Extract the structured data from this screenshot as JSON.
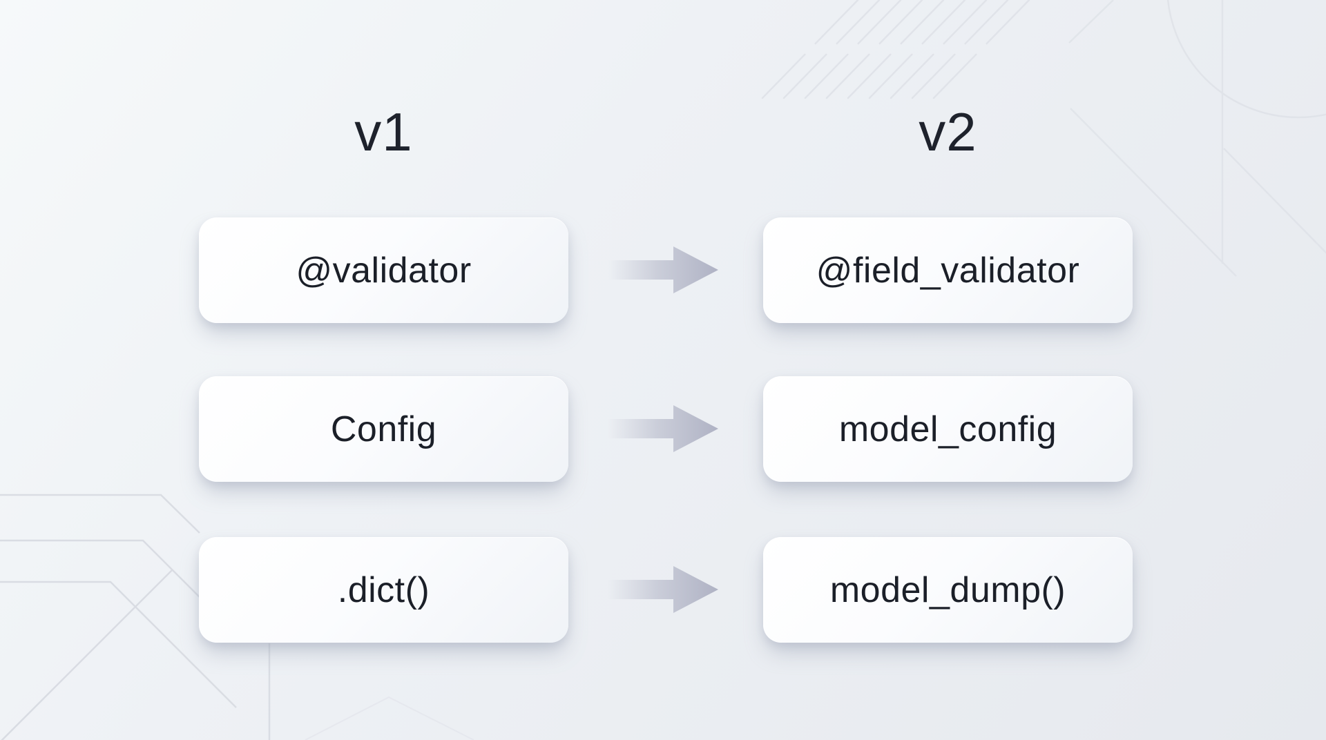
{
  "diagram": {
    "column_left_title": "v1",
    "column_right_title": "v2",
    "mappings": [
      {
        "from": "@validator",
        "to": "@field_validator"
      },
      {
        "from": "Config",
        "to": "model_config"
      },
      {
        "from": ".dict()",
        "to": "model_dump()"
      }
    ]
  },
  "icons": {
    "arrow": "right-arrow-icon"
  },
  "colors": {
    "background_start": "#f6f9fa",
    "background_end": "#e6e9ee",
    "heading_text": "#1e222c",
    "card_text": "#1b1f28",
    "arrow": "#afb2c4",
    "decor_line": "#d8dbe2"
  }
}
